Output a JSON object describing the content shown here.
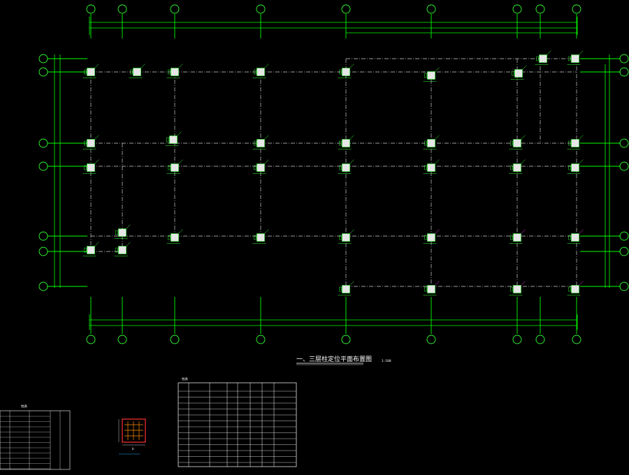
{
  "drawing": {
    "title": "一、三层柱定位平面布置图",
    "scale": "1:100",
    "table_title": "柱表",
    "detail_label": "b",
    "left_table_title": "柱表",
    "colors": {
      "background": "#000000",
      "grid_lines": "#00ff00",
      "axis_dash": "#cfcfcf",
      "column_fill": "#e6e6e6",
      "column_outline": "#33ff33",
      "magenta_label": "#ff33ff",
      "detail_box": "#ff3333",
      "detail_bars": "#ff8800",
      "table_lines": "#ffffff"
    }
  }
}
